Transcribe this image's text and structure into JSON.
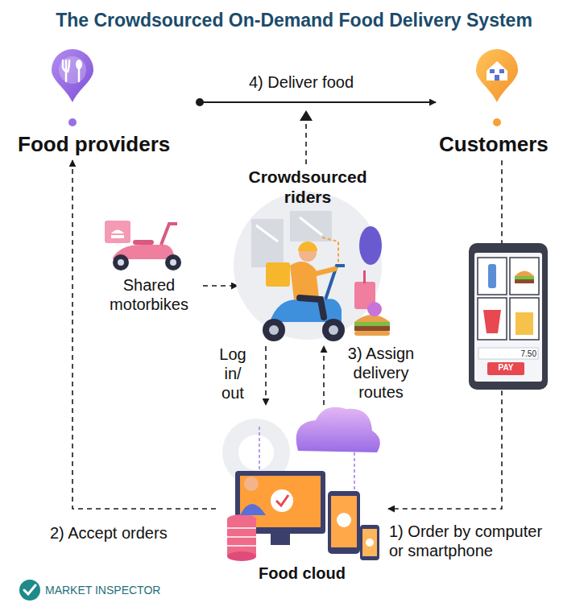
{
  "diagram": {
    "title": "The Crowdsourced On-Demand Food Delivery System",
    "nodes": [
      {
        "text": [
          "Food providers"
        ]
      },
      {
        "text": [
          "Customers"
        ]
      },
      {
        "text": [
          "Crowdsourced riders"
        ]
      },
      {
        "text": [
          "Shared motorbikes"
        ]
      },
      {
        "text": [
          "Food cloud"
        ]
      }
    ],
    "edges": [
      {
        "from": 1,
        "to": 4,
        "label": "1) Order by computer or smartphone",
        "arrow": "to"
      },
      {
        "from": 4,
        "to": 0,
        "label": "2) Accept orders",
        "arrow": "to"
      },
      {
        "from": 4,
        "to": 2,
        "label": "3) Assign delivery routes",
        "arrow": "to"
      },
      {
        "from": 2,
        "to": 4,
        "label": "Log in/ out",
        "arrow": "to"
      },
      {
        "from": 0,
        "to": 1,
        "label": "4) Deliver food",
        "arrow": "to"
      },
      {
        "from": 3,
        "to": 2,
        "arrow": "to"
      }
    ],
    "labels": [
      "PAY",
      "7.50",
      "MARKET INSPECTOR"
    ]
  }
}
